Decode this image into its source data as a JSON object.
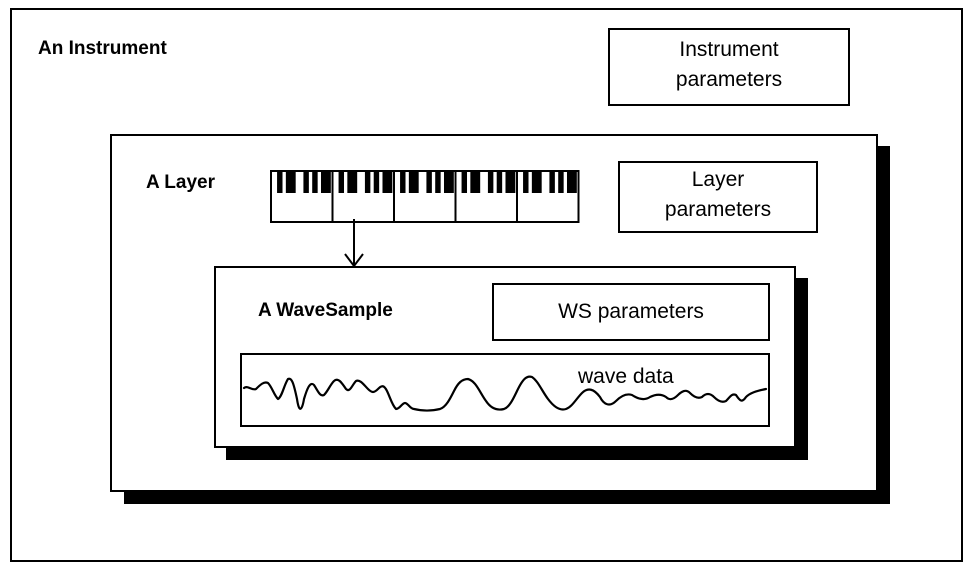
{
  "instrument": {
    "title": "An Instrument",
    "params_label": "Instrument\nparameters"
  },
  "layer": {
    "title": "A Layer",
    "params_label": "Layer\nparameters",
    "keyboard_octaves": 5
  },
  "wavesample": {
    "title": "A WaveSample",
    "params_label": "WS parameters",
    "wave_label": "wave data"
  }
}
